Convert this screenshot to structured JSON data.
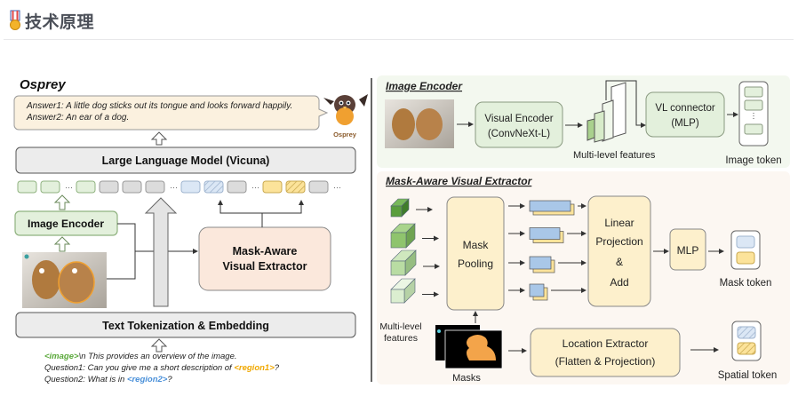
{
  "header": {
    "icon": "medal-icon",
    "title": "技术原理"
  },
  "left": {
    "title": "Osprey",
    "answers": [
      "Answer1: A little dog sticks out its tongue and looks forward happily.",
      "Answer2: An ear of a dog."
    ],
    "mascot_label": "Osprey",
    "llm_label": "Large Language Model (Vicuna)",
    "image_encoder_label": "Image Encoder",
    "mask_aware_line1": "Mask-Aware",
    "mask_aware_line2": "Visual Extractor",
    "tokenization_label": "Text Tokenization & Embedding",
    "ellipsis": "···",
    "prompt": {
      "line1_tag": "<image>",
      "line1_rest": "\\n This provides an overview of the image.",
      "line2_prefix": "Question1: Can you give me a short description of ",
      "line2_tag": "<region1>",
      "line2_suffix": "?",
      "line3_prefix": "Question2: What is in ",
      "line3_tag": "<region2>",
      "line3_suffix": "?"
    }
  },
  "right_top": {
    "title": "Image Encoder",
    "visual_encoder_line1": "Visual Encoder",
    "visual_encoder_line2": "(ConvNeXt-L)",
    "features_label": "Multi-level features",
    "vl_line1": "VL connector",
    "vl_line2": "(MLP)",
    "token_label": "Image token"
  },
  "right_bottom": {
    "title": "Mask-Aware Visual Extractor",
    "mask_pooling_line1": "Mask",
    "mask_pooling_line2": "Pooling",
    "linear_line1": "Linear",
    "linear_line2": "Projection",
    "linear_line3": "&",
    "linear_line4": "Add",
    "mlp_label": "MLP",
    "mask_token_label": "Mask token",
    "features_line1": "Multi-level",
    "features_line2": "features",
    "masks_label": "Masks",
    "location_line1": "Location Extractor",
    "location_line2": "(Flatten & Projection)",
    "spatial_token_label": "Spatial token"
  },
  "colors": {
    "green_fill": "#e3f0dc",
    "green_stroke": "#8fb27f",
    "gray_fill": "#ececec",
    "peach_fill": "#fbe8dc",
    "yellow_fill": "#fdf0cc",
    "blue_token": "#dbe7f5",
    "yellow_token": "#fce39a",
    "prompt_green": "#5aa83a",
    "prompt_orange": "#f0a800",
    "prompt_blue": "#4a90d9"
  }
}
